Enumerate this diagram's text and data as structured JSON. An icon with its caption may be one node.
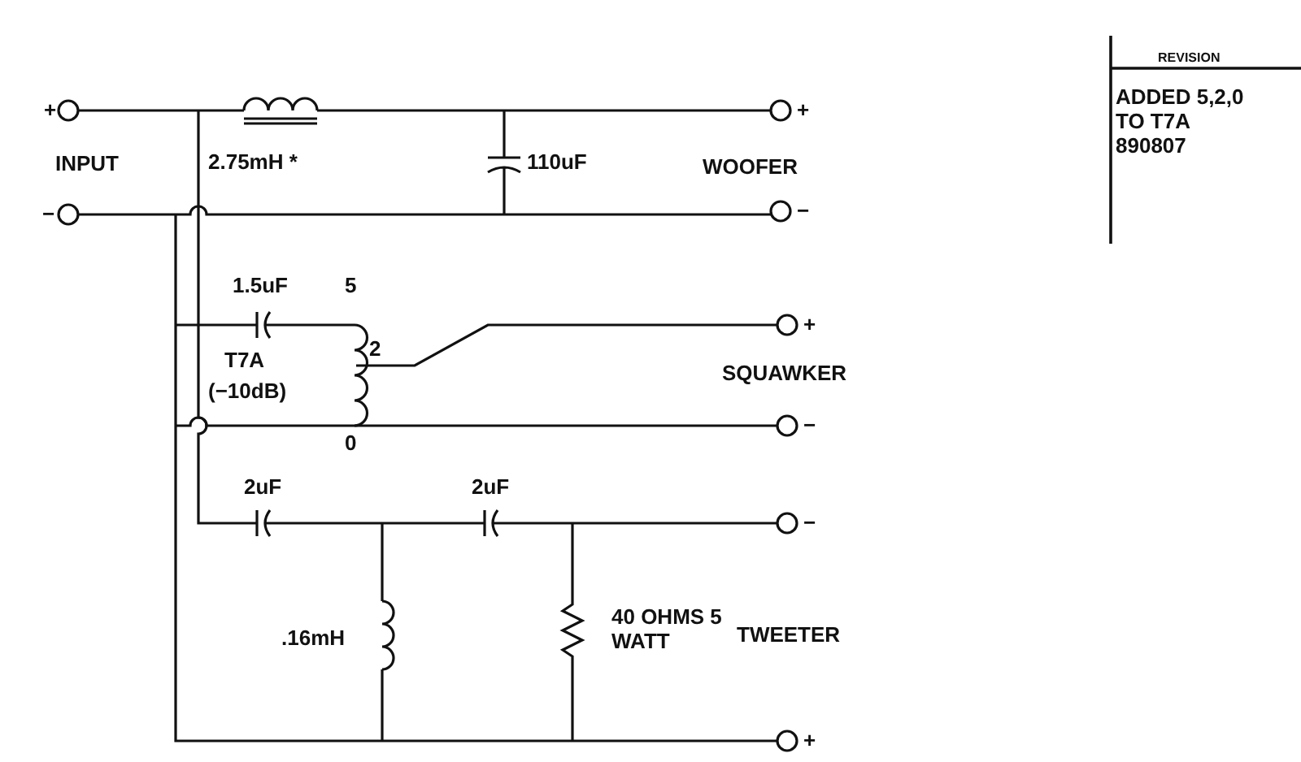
{
  "diagram": {
    "labels": [
      "+",
      "INPUT",
      "−",
      "2.75mH *",
      "110uF",
      "+",
      "WOOFER",
      "−",
      "1.5uF",
      "5",
      "2",
      "T7A",
      "(−10dB)",
      "0",
      "+",
      "SQUAWKER",
      "−",
      "2uF",
      "2uF",
      "−",
      ".16mH",
      "40 OHMS 5 WATT",
      "TWEETER",
      "+",
      "REVISION",
      "ADDED 5,2,0 TO T7A 890807"
    ]
  }
}
